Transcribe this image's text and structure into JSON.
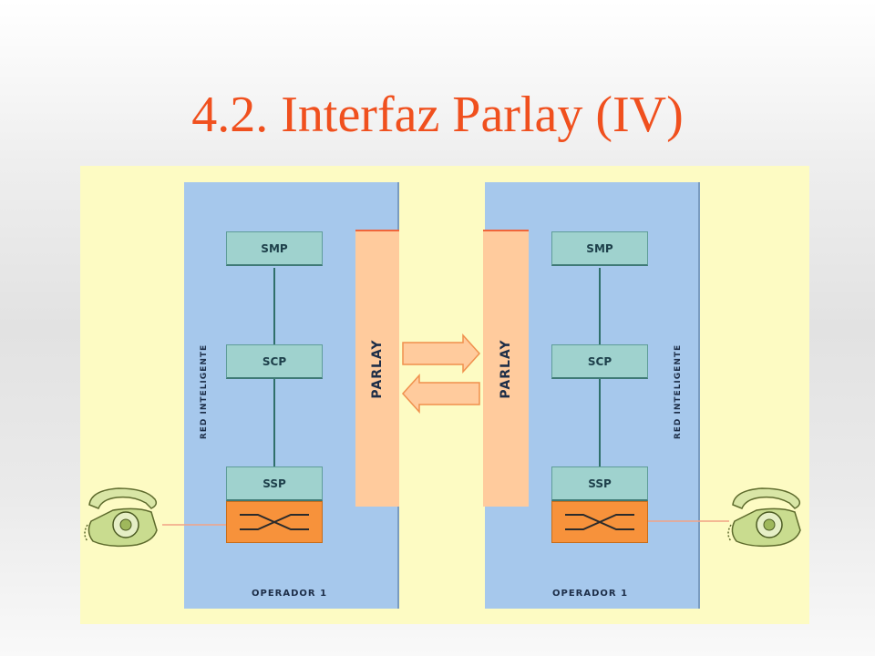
{
  "slide": {
    "title": "4.2. Interfaz Parlay (IV)"
  },
  "diagram": {
    "nodes": {
      "smp": "SMP",
      "scp": "SCP",
      "ssp": "SSP"
    },
    "parlay_label": "PARLAY",
    "side_label": "Red Inteligente",
    "operator_label": "Operador 1",
    "colors": {
      "background": "#fdfbc3",
      "network_panel": "#a6c8ec",
      "node_box": "#9fd2ce",
      "switch_box": "#f7923b",
      "parlay_bar": "#ffcb9d",
      "title": "#f0501e"
    },
    "icons": [
      "telephone-icon",
      "switch-cross-icon",
      "arrow-right-icon",
      "arrow-left-icon"
    ]
  }
}
